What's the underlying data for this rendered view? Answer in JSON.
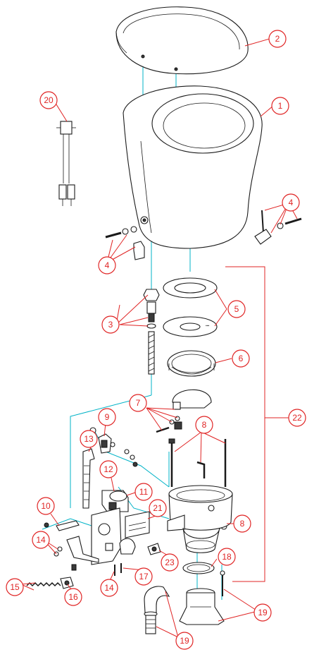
{
  "callouts": [
    {
      "label": "1"
    },
    {
      "label": "2"
    },
    {
      "label": "3"
    },
    {
      "label": "4"
    },
    {
      "label": "4"
    },
    {
      "label": "5"
    },
    {
      "label": "6"
    },
    {
      "label": "7"
    },
    {
      "label": "8"
    },
    {
      "label": "8"
    },
    {
      "label": "9"
    },
    {
      "label": "10"
    },
    {
      "label": "11"
    },
    {
      "label": "12"
    },
    {
      "label": "13"
    },
    {
      "label": "14"
    },
    {
      "label": "14"
    },
    {
      "label": "15"
    },
    {
      "label": "16"
    },
    {
      "label": "17"
    },
    {
      "label": "18"
    },
    {
      "label": "19"
    },
    {
      "label": "19"
    },
    {
      "label": "20"
    },
    {
      "label": "21"
    },
    {
      "label": "22"
    },
    {
      "label": "23"
    }
  ],
  "colors": {
    "callout": "#e02424",
    "assembly_line": "#00b3c7",
    "outline": "#1a1a1a"
  },
  "icons": {
    "seat_lid": "toilet-seat-lid-icon",
    "bowl": "toilet-bowl-icon",
    "wiring": "wire-harness-icon",
    "motor": "motor-pump-icon"
  }
}
